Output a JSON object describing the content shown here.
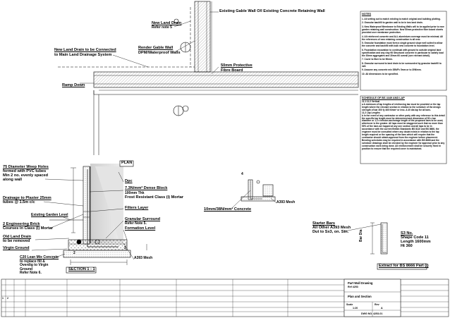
{
  "window": {
    "title": "Part Wall Drawing"
  },
  "labels": {
    "gable_wall": "Existing Gable Wall O/l Existing Concrete Retaining Wall",
    "land_drain": "New Land Drain",
    "refer_note": "Refer note 5",
    "land_drain_connect_1": "New Land Drain to be Connected",
    "land_drain_connect_2": "to Main Land Drainage System",
    "gable_wall_finish_1": "Render Gable Wall",
    "gable_wall_finish_2": "DPM/Waterproof Walls",
    "ramp_down": "Ramp Down",
    "protective_1": "50mm Protective",
    "protective_2": "Fibre Board",
    "plan": "PLAN",
    "weep_1": "75 Diameter Weep Holes",
    "weep_2": "formed with PVC tubes",
    "weep_3": "Min 2 no. evenly spaced",
    "weep_4": "along wall",
    "drainage_1": "Drainage to Plaster 25mm",
    "drainage_2": "tubes @ 1.5m c/c",
    "existing_ground": "Existing Garden Level",
    "eng_brick_1": "2 Engineering Brick",
    "eng_brick_2": "Courses in Class (i) Mortar",
    "old_drain_1": "Old Land Drain",
    "old_drain_2": "to be removed",
    "virgin_ground": "Virgin Ground",
    "lean_mix_1": "C20 Lean Mix Concrete",
    "lean_mix_2": "to replace fill &",
    "lean_mix_3": "Overdig to Virgin",
    "lean_mix_4": "Ground",
    "lean_mix_5": "Refer Note 6.",
    "dpc": "Dpc",
    "block_1": "7.3N/mm² Dense Block",
    "block_2": "100mm Thk",
    "block_3": "Frost Resistant Class (i) Mortar",
    "filters": "Filters Layer",
    "granular_1": "Granular Surround",
    "granular_2": "Refer Note 5.",
    "formation": "Formation Level",
    "mesh_a393": "A393 Mesh",
    "section": "SECTION 1 - 1",
    "concrete": "10mm/38N/mm² Concrete",
    "mesh_a393_b": "A393 Mesh",
    "starter_1": "Starter Bars",
    "starter_2": "All Other A393 Mesh",
    "starter_3": "Dut to Sx3, on. Stn.",
    "lap_note": "Bar Dia",
    "shape_1": "S3 No.",
    "shape_2": "Shape Code 11",
    "shape_3": "Length 1600mm",
    "shape_4": "Ht 360",
    "extract": "Extract for BS 8666 Part (i)",
    "num_a": "2",
    "num_b": "3",
    "num_c": "4"
  },
  "notes": {
    "heading": "NOTES",
    "items": [
      "1.  All setting out to match existing to match original and building plotting.",
      "2.  Granular backfill to garden wall to be in two land drain.",
      "3.  New Waterproof Membrane to Existing Walls will to be applied prior to new garden retaining wall construction. New 50mm protective fibre board sheets provided over membrane protection.",
      "4.  All reinforced concrete and ALL aluminium coverage must be minimal. All the references of new retaining construction is all new.",
      "5.  Granular foundation must form a single ground slope well suited to allow the concrete and backfill with bulk new concrete to foundation level.",
      "6.  Foundation excavation to continual with ground to outside original land specification and any clay fill Structural concrete in particular to satisfy load the 30mm aggregates and 30mm fill overall (see relevant detail).",
      "7.  Cover to fiber to be 50mm.",
      "8.  Granular surround to land drain to be surrounded by granular backfill to 4x5.",
      "9.  Assume any concrete mix 35N/Fc 5mm or to 30N/mm.",
      "10. All dimensions to be specified."
    ]
  },
  "notes2": {
    "heading": "SCHEDULE OF BS 4449 AND LAP",
    "items": [
      "11.1 11.2 Vertical",
      "a  A minimum of lap lengths of reinforcing bar must be provided or the lap length where the relevant section in relation to the schedule of the design strength of bar 300 fy 460 N/mm² or less. A 40 dia lap for all bars.",
      "11.2 Lap Lengths",
      "b  In the event of any contractor or other party with any reference to this detail the specific lap length must be determined and dimension of 50 x bar diameter or 1.2 x tension anchorage length of the proposed bars to be used, whichever is the greater. All laps must be staggered such that no more than 50% of the bars are lapped at any one section and all laps to be in accordance with the current British Standards BS 8110 and BS 8666, the engineer must be consulted where any doubt exists in relation to the lap length required or the spacing of the bars which will require that the contractor should obtain approval from the engineer before placement. Bending schedules may be required in accordance with BS 8666 and the schedule drawings shall be checked by the engineer for approval prior to any construction work being done. All reinforcement shall be securely fixed in position to ensure that the required cover is maintained."
    ]
  },
  "title_block": {
    "project": "Part Wall Drawing",
    "project_sub": "Ref 4253",
    "drawing": "Plan and Section",
    "scale_label": "Scale",
    "rev_label": "Rev",
    "sheet_no": "1:20",
    "rev": "A",
    "dwg_no": "DWG NO. 4253-01",
    "left_a": "1",
    "left_b": "2"
  }
}
